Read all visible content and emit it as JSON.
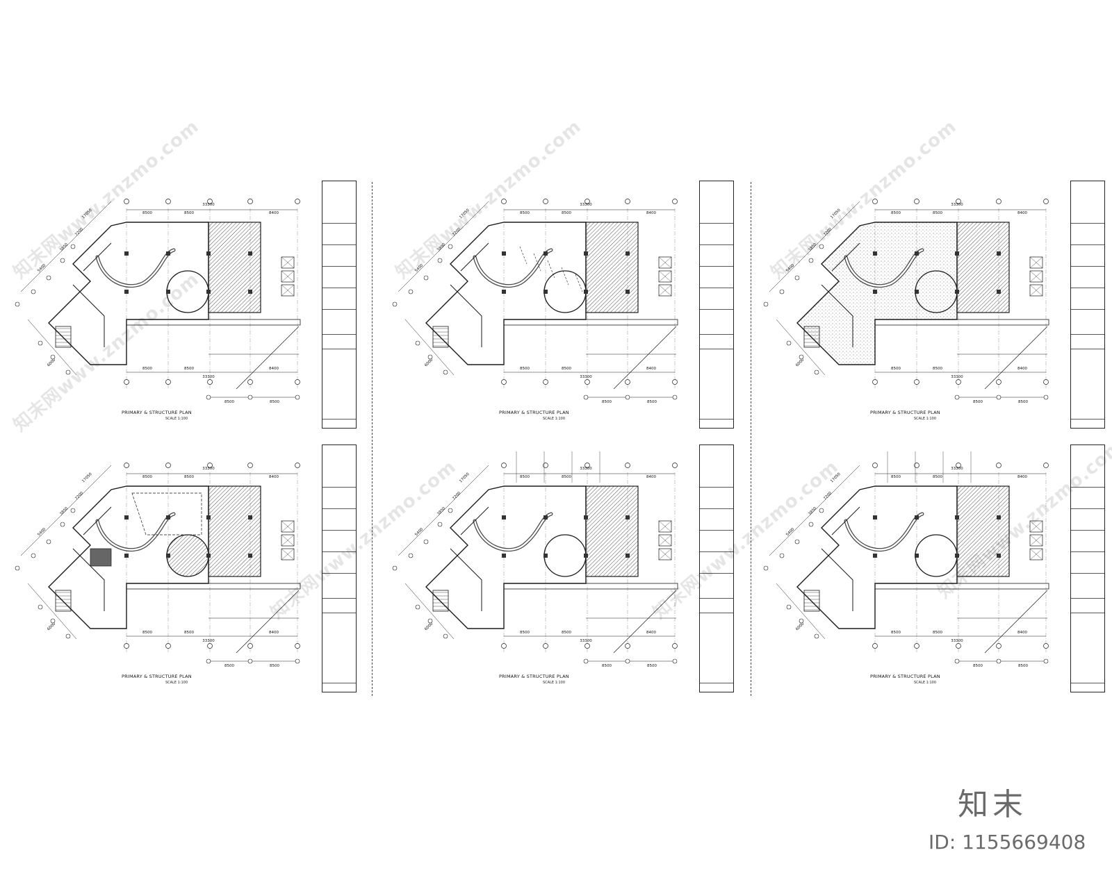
{
  "sheets": [
    {
      "title": "PRIMARY & STRUCTURE PLAN",
      "scale": "SCALE 1:100",
      "dims_top": [
        "8500",
        "8500",
        "8400"
      ],
      "overall": "33300",
      "dims_bottom": [
        "8500",
        "8500",
        "8400"
      ],
      "dims_side": [
        "17050",
        "7200",
        "3850",
        "5400",
        "6000"
      ],
      "dims_lower": [
        "8500",
        "8500"
      ]
    },
    {
      "title": "PRIMARY & STRUCTURE PLAN",
      "scale": "SCALE 1:100",
      "dims_top": [
        "8500",
        "8500",
        "8400"
      ],
      "overall": "33300",
      "dims_bottom": [
        "8500",
        "8500",
        "8400"
      ],
      "dims_side": [
        "17050",
        "7200",
        "3850",
        "5400",
        "6000"
      ],
      "dims_lower": [
        "8500",
        "8500"
      ]
    },
    {
      "title": "PRIMARY & STRUCTURE PLAN",
      "scale": "SCALE 1:100",
      "dims_top": [
        "8500",
        "8500",
        "8400"
      ],
      "overall": "33300",
      "dims_bottom": [
        "8500",
        "8500",
        "8400"
      ],
      "dims_side": [
        "17050",
        "7200",
        "3850",
        "5400",
        "6000"
      ],
      "dims_lower": [
        "8500",
        "8500"
      ]
    },
    {
      "title": "PRIMARY & STRUCTURE PLAN",
      "scale": "SCALE 1:100",
      "dims_top": [
        "8500",
        "8500",
        "8400"
      ],
      "overall": "33300",
      "dims_bottom": [
        "8500",
        "8500",
        "8400"
      ],
      "dims_side": [
        "17050",
        "7200",
        "3850",
        "5400",
        "6000"
      ],
      "dims_lower": [
        "8500",
        "8500"
      ]
    },
    {
      "title": "PRIMARY & STRUCTURE PLAN",
      "scale": "SCALE 1:100",
      "dims_top": [
        "8500",
        "8500",
        "8400"
      ],
      "overall": "33300",
      "dims_bottom": [
        "8500",
        "8500",
        "8400"
      ],
      "dims_side": [
        "17050",
        "7200",
        "3850",
        "5400",
        "6000"
      ],
      "dims_lower": [
        "8500",
        "8500"
      ]
    },
    {
      "title": "PRIMARY & STRUCTURE PLAN",
      "scale": "SCALE 1:100",
      "dims_top": [
        "8500",
        "8500",
        "8400"
      ],
      "overall": "33300",
      "dims_bottom": [
        "8500",
        "8500",
        "8400"
      ],
      "dims_side": [
        "17050",
        "7200",
        "3850",
        "5400",
        "6000"
      ],
      "dims_lower": [
        "8500",
        "8500"
      ]
    }
  ],
  "watermark_text": "知末网www.znzmo.com",
  "brand": {
    "logo": "知末",
    "id": "ID: 1155669408"
  },
  "colors": {
    "line": "#1a1a1a",
    "hatch": "#555555",
    "fill_texture": "#cfcfcf"
  }
}
